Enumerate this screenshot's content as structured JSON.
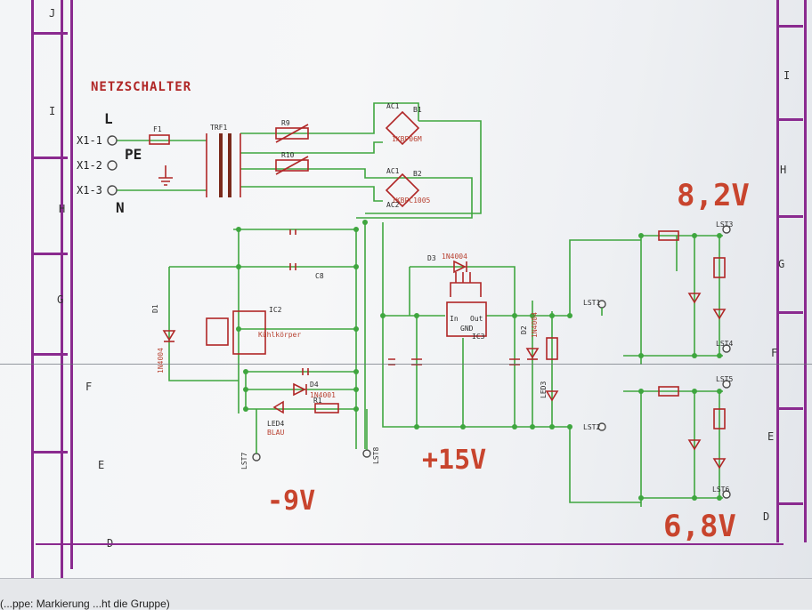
{
  "title": "NETZSCHALTER",
  "connectors": [
    "X1-1",
    "X1-2",
    "X1-3"
  ],
  "conductors": [
    "L",
    "PE",
    "N"
  ],
  "rails": {
    "v82": "8,2V",
    "v68": "6,8V",
    "v15": "+15V",
    "v9": "-9V"
  },
  "row_labels_left": [
    "I",
    "H",
    "G",
    "F",
    "E",
    "D"
  ],
  "row_labels_right": [
    "I",
    "H",
    "G",
    "F",
    "E",
    "D"
  ],
  "parts": {
    "f1": "F1",
    "trafo": "TRF1",
    "b1": "B1",
    "b2": "B2",
    "b1_value": "1KBP06M",
    "b2_value": "1KBPC1005",
    "ac1": "AC1",
    "ac2": "AC2",
    "r9": "R9",
    "r10": "R10",
    "d1": "D1",
    "d1_value": "1N4004",
    "d3": "D3",
    "d3_value": "1N4004",
    "d4": "D4",
    "d4_value": "1N4001",
    "ic2": "IC2",
    "ic3": "IC3",
    "c8": "C8",
    "led4": "LED4",
    "led4_value": "BLAU",
    "r1": "R1",
    "d2": "D2",
    "d2_value": "1N4004",
    "led3": "LED3",
    "lst1": "LST1",
    "lst2": "LST2",
    "lst3": "LST3",
    "lst4": "LST4",
    "lst5": "LST5",
    "lst6": "LST6",
    "lst7": "LST7",
    "lst8": "LST8",
    "ic2_note": "Kühlkörper",
    "ic3_pin_in": "In",
    "ic3_pin_out": "Out",
    "ic3_pin_gnd": "GND"
  },
  "status_text": "(...ppe: Markierung ...ht die Gruppe)",
  "colors": {
    "wire": "#3fa63f",
    "frame": "#8a2a8f",
    "component": "#b02626",
    "rail_label": "#c8442d"
  }
}
